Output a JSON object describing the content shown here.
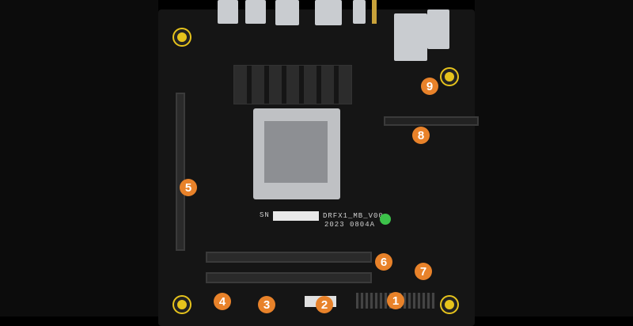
{
  "board": {
    "model_label": "DRFX1_MB_V00",
    "date_code": "2023 0804A",
    "sn_label": "SN"
  },
  "callouts": [
    "1",
    "2",
    "3",
    "4",
    "5",
    "6",
    "7",
    "8",
    "9"
  ],
  "colors": {
    "callout": "#e8822a",
    "mount_hole": "#e6c31c",
    "pcb": "#151515"
  }
}
